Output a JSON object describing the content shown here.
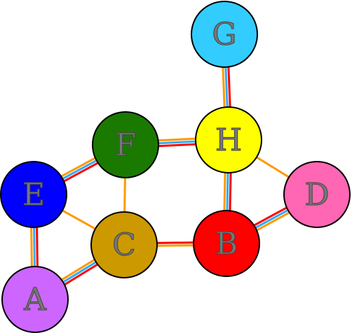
{
  "nodes": [
    {
      "id": "A",
      "label": "A",
      "color": "#cc66ff"
    },
    {
      "id": "B",
      "label": "B",
      "color": "#ff0000"
    },
    {
      "id": "C",
      "label": "C",
      "color": "#cc9900"
    },
    {
      "id": "D",
      "label": "D",
      "color": "#ff66b3"
    },
    {
      "id": "E",
      "label": "E",
      "color": "#0000ff"
    },
    {
      "id": "F",
      "label": "F",
      "color": "#1a7a00"
    },
    {
      "id": "G",
      "label": "G",
      "color": "#33ccff"
    },
    {
      "id": "H",
      "label": "H",
      "color": "#ffff00"
    }
  ],
  "edges": [
    {
      "from": "G",
      "to": "H",
      "style": "triple"
    },
    {
      "from": "H",
      "to": "F",
      "style": "triple"
    },
    {
      "from": "H",
      "to": "B",
      "style": "triple"
    },
    {
      "from": "H",
      "to": "D",
      "style": "single"
    },
    {
      "from": "F",
      "to": "E",
      "style": "triple"
    },
    {
      "from": "F",
      "to": "C",
      "style": "single"
    },
    {
      "from": "E",
      "to": "C",
      "style": "single"
    },
    {
      "from": "E",
      "to": "A",
      "style": "triple"
    },
    {
      "from": "C",
      "to": "A",
      "style": "triple"
    },
    {
      "from": "C",
      "to": "B",
      "style": "double"
    },
    {
      "from": "B",
      "to": "D",
      "style": "triple"
    }
  ],
  "colors": {
    "edge_red": "#ff0000",
    "edge_blue": "#33aaff",
    "edge_orange": "#ff9900",
    "outline": "#000000"
  }
}
